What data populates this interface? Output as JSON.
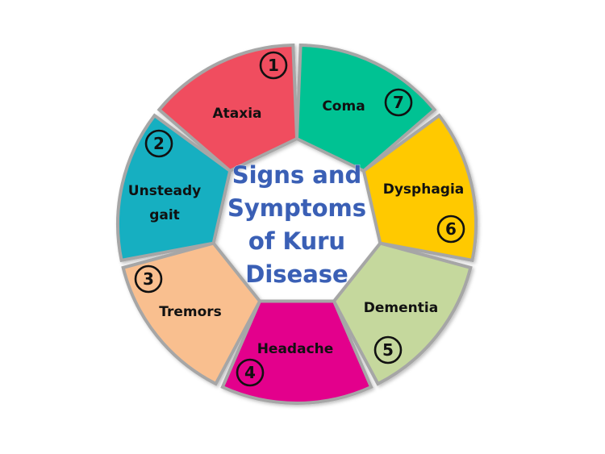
{
  "center": {
    "lines": [
      "Signs and",
      "Symptoms",
      "of Kuru",
      "Disease"
    ],
    "color": "#3a5fb5"
  },
  "segments": [
    {
      "number": "1",
      "label_lines": [
        "Ataxia"
      ],
      "color": "#f04e5e",
      "icon": "numbered-circle"
    },
    {
      "number": "2",
      "label_lines": [
        "Unsteady",
        "gait"
      ],
      "color": "#00c293",
      "icon": "numbered-circle"
    },
    {
      "number": "3",
      "label_lines": [
        "Tremors"
      ],
      "color": "#ffc900",
      "icon": "numbered-circle"
    },
    {
      "number": "4",
      "label_lines": [
        "Headache"
      ],
      "color": "#c5d89d",
      "icon": "numbered-circle"
    },
    {
      "number": "5",
      "label_lines": [
        "Dementia"
      ],
      "color": "#e3008c",
      "icon": "numbered-circle"
    },
    {
      "number": "6",
      "label_lines": [
        "Dysphagia"
      ],
      "color": "#f9bf8f",
      "icon": "numbered-circle"
    },
    {
      "number": "7",
      "label_lines": [
        "Coma"
      ],
      "color": "#13afc1",
      "icon": "numbered-circle"
    }
  ],
  "separator_color": "#a6a6a6"
}
